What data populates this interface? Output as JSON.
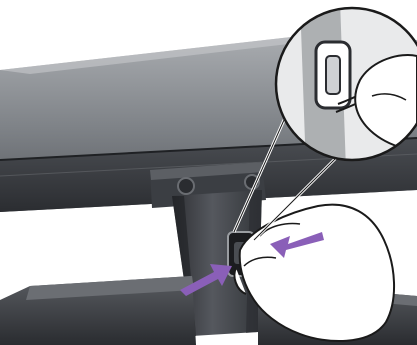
{
  "illustration": {
    "colors": {
      "background": "#ffffff",
      "monitor_dark": "#3c3f44",
      "monitor_mid": "#6d7177",
      "monitor_light": "#b3b6ba",
      "arrow": "#8a5fb8",
      "outline": "#1a1a1a",
      "hand_fill": "#ffffff"
    },
    "icons": [
      "monitor-back",
      "stand-neck",
      "base-plate",
      "cable-clip",
      "hand",
      "push-arrow",
      "magnifier-callout"
    ]
  }
}
